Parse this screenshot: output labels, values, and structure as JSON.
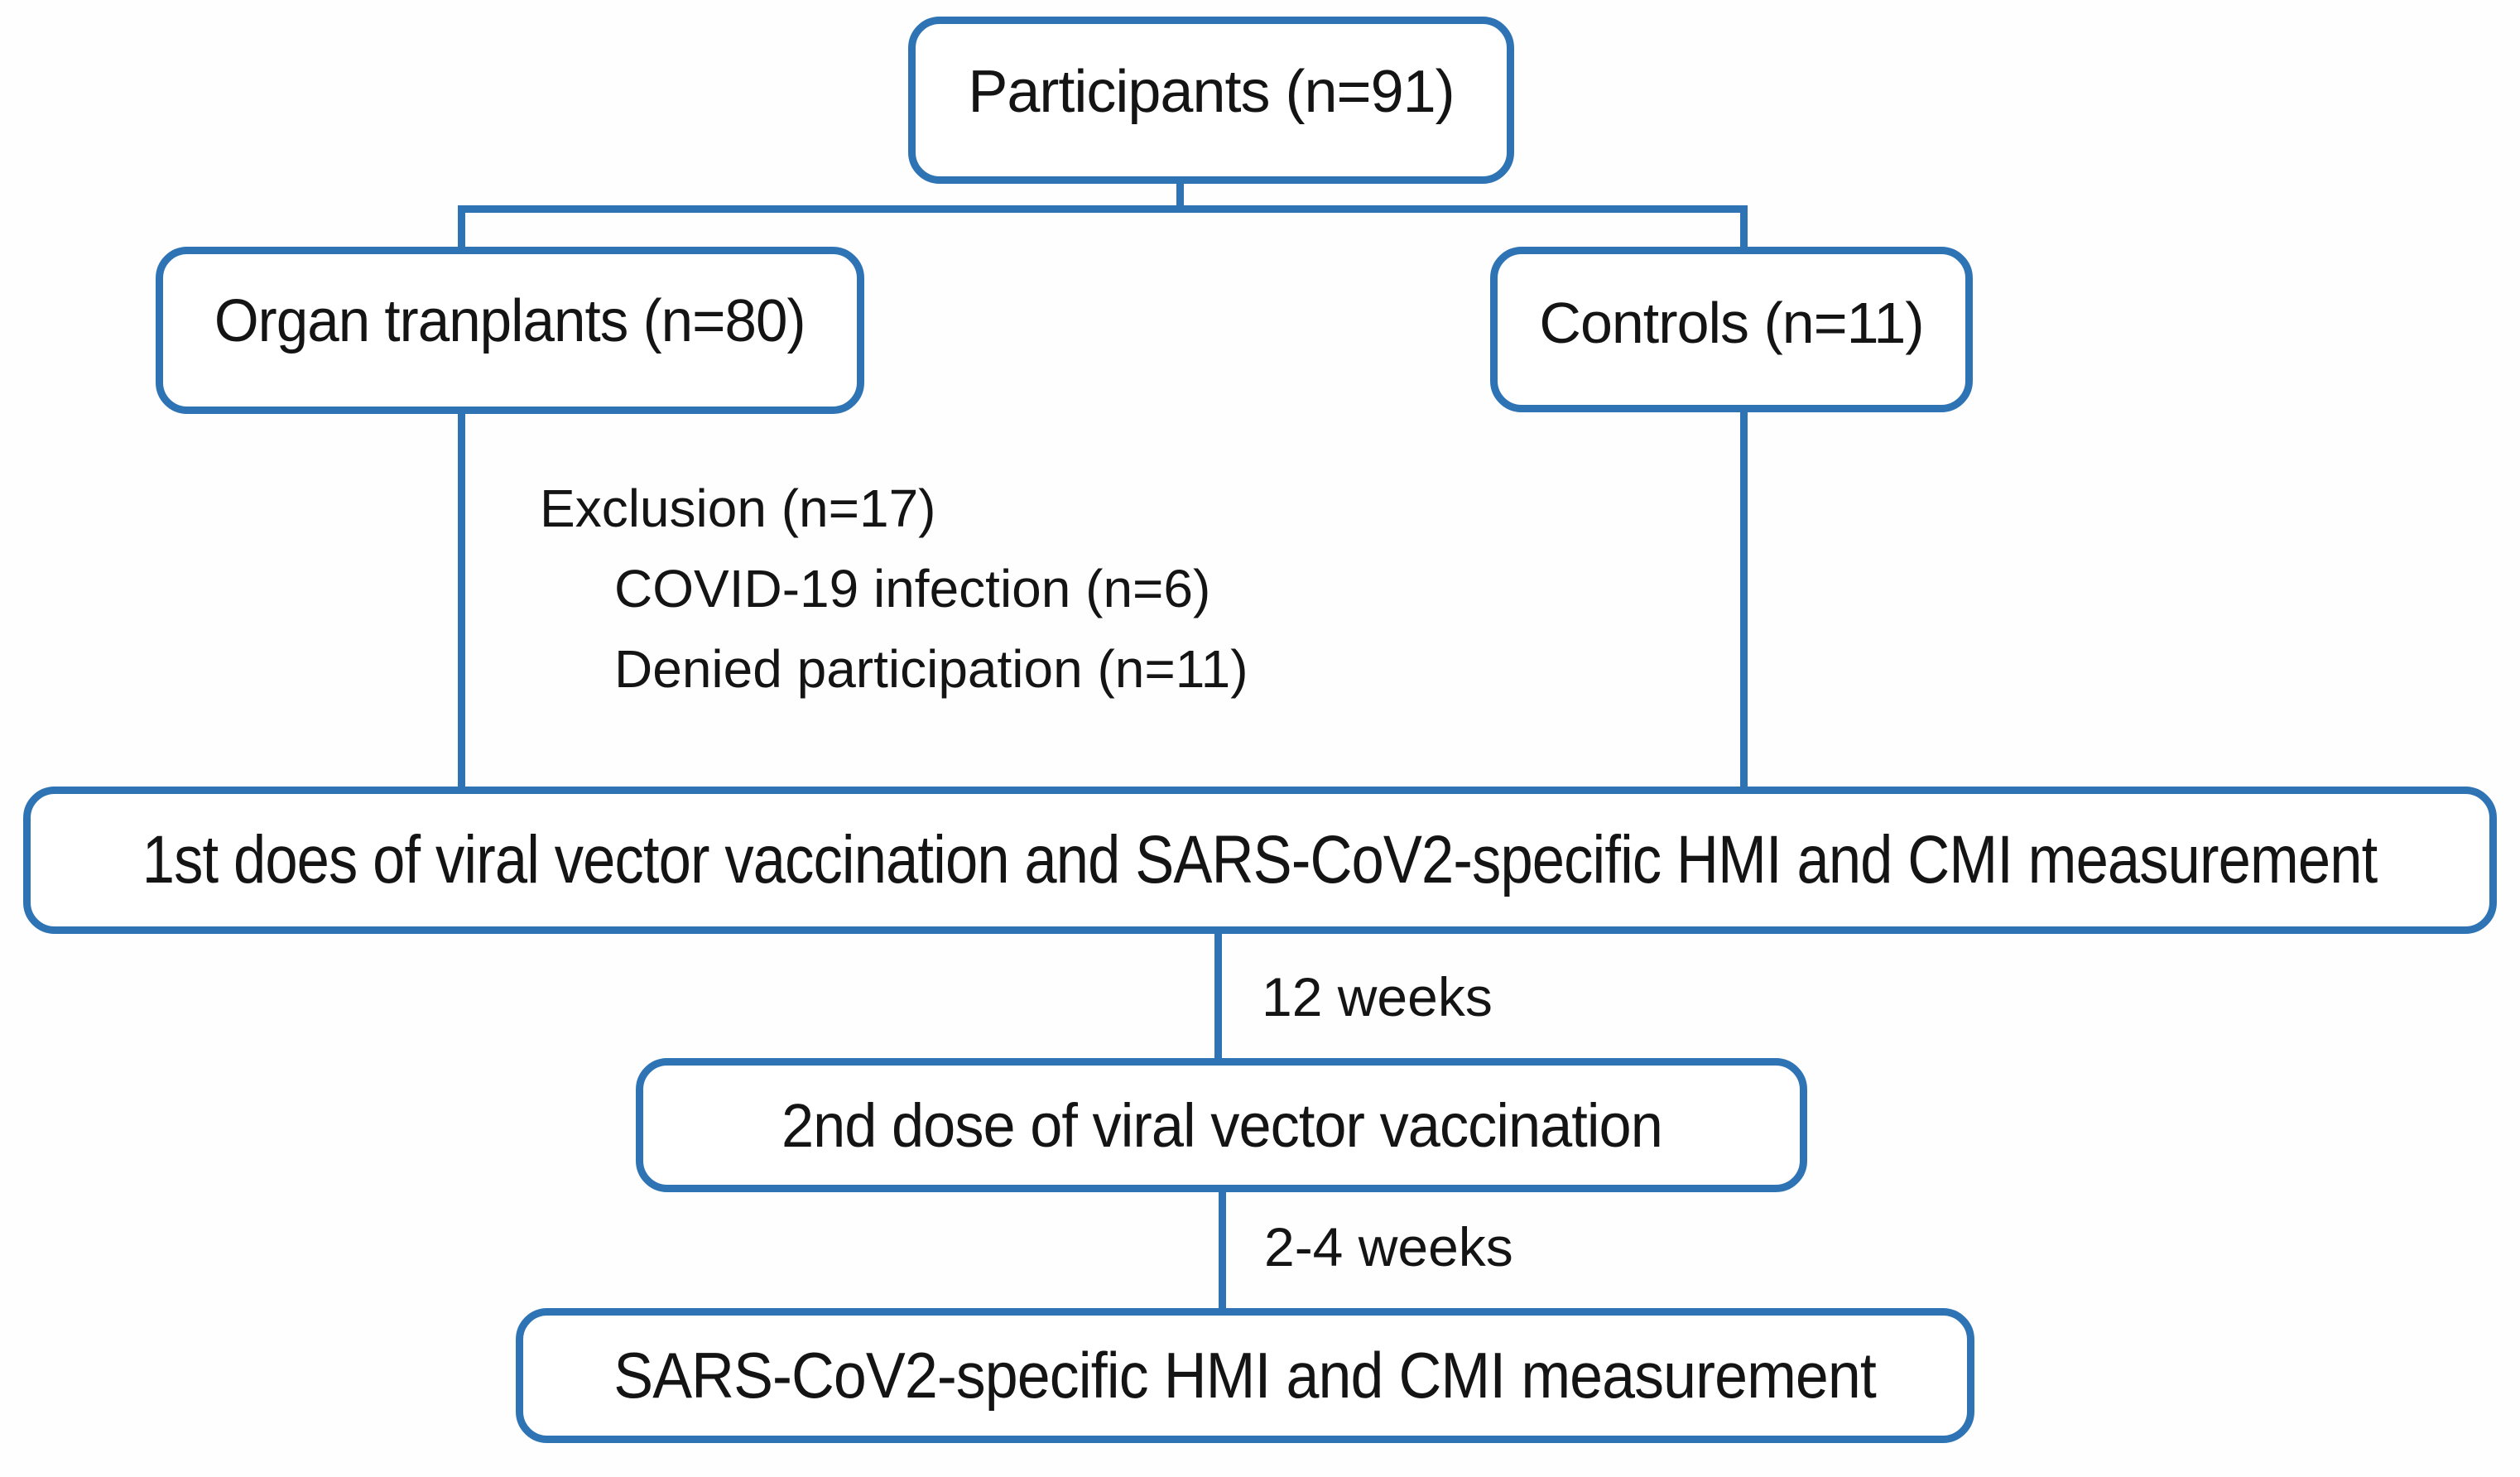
{
  "diagram": {
    "boxes": {
      "participants": "Participants (n=91)",
      "organ_transplants": "Organ tranplants (n=80)",
      "controls": "Controls (n=11)",
      "first_dose": "1st does of viral vector vaccination and SARS-CoV2-specific HMI and CMI measurement",
      "second_dose": "2nd dose of viral vector vaccination",
      "final_measurement": "SARS-CoV2-specific HMI and CMI measurement"
    },
    "exclusion": {
      "lines": [
        "Exclusion (n=17)",
        "COVID-19 infection (n=6)",
        "Denied participation (n=11)"
      ]
    },
    "intervals": {
      "first": "12 weeks",
      "second": "2-4 weeks"
    },
    "colors": {
      "line_blue": "#2e74b5",
      "text": "#141414",
      "box_fill": "#ffffff"
    }
  }
}
